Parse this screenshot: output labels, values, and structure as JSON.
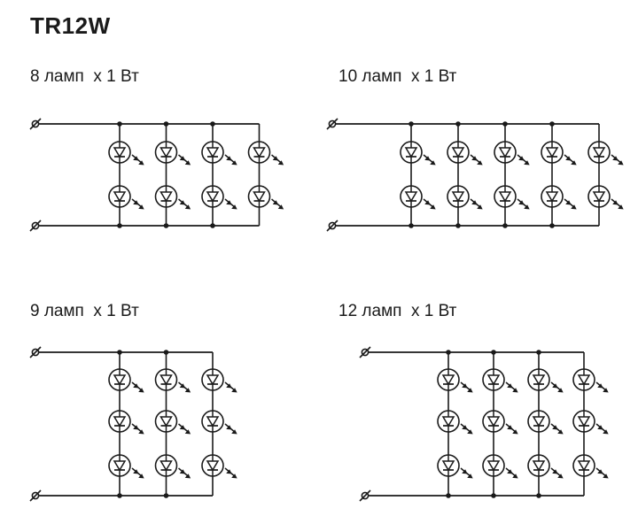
{
  "title": "TR12W",
  "diagrams": [
    {
      "label": "8 ламп  x 1 Вт",
      "columns": 4,
      "rows": 2
    },
    {
      "label": "10 ламп  x 1 Вт",
      "columns": 5,
      "rows": 2
    },
    {
      "label": "9 ламп  x 1 Вт",
      "columns": 3,
      "rows": 3
    },
    {
      "label": "12 ламп  x 1 Вт",
      "columns": 4,
      "rows": 3
    }
  ],
  "colors": {
    "line": "#1a1a1a",
    "background": "#ffffff"
  }
}
